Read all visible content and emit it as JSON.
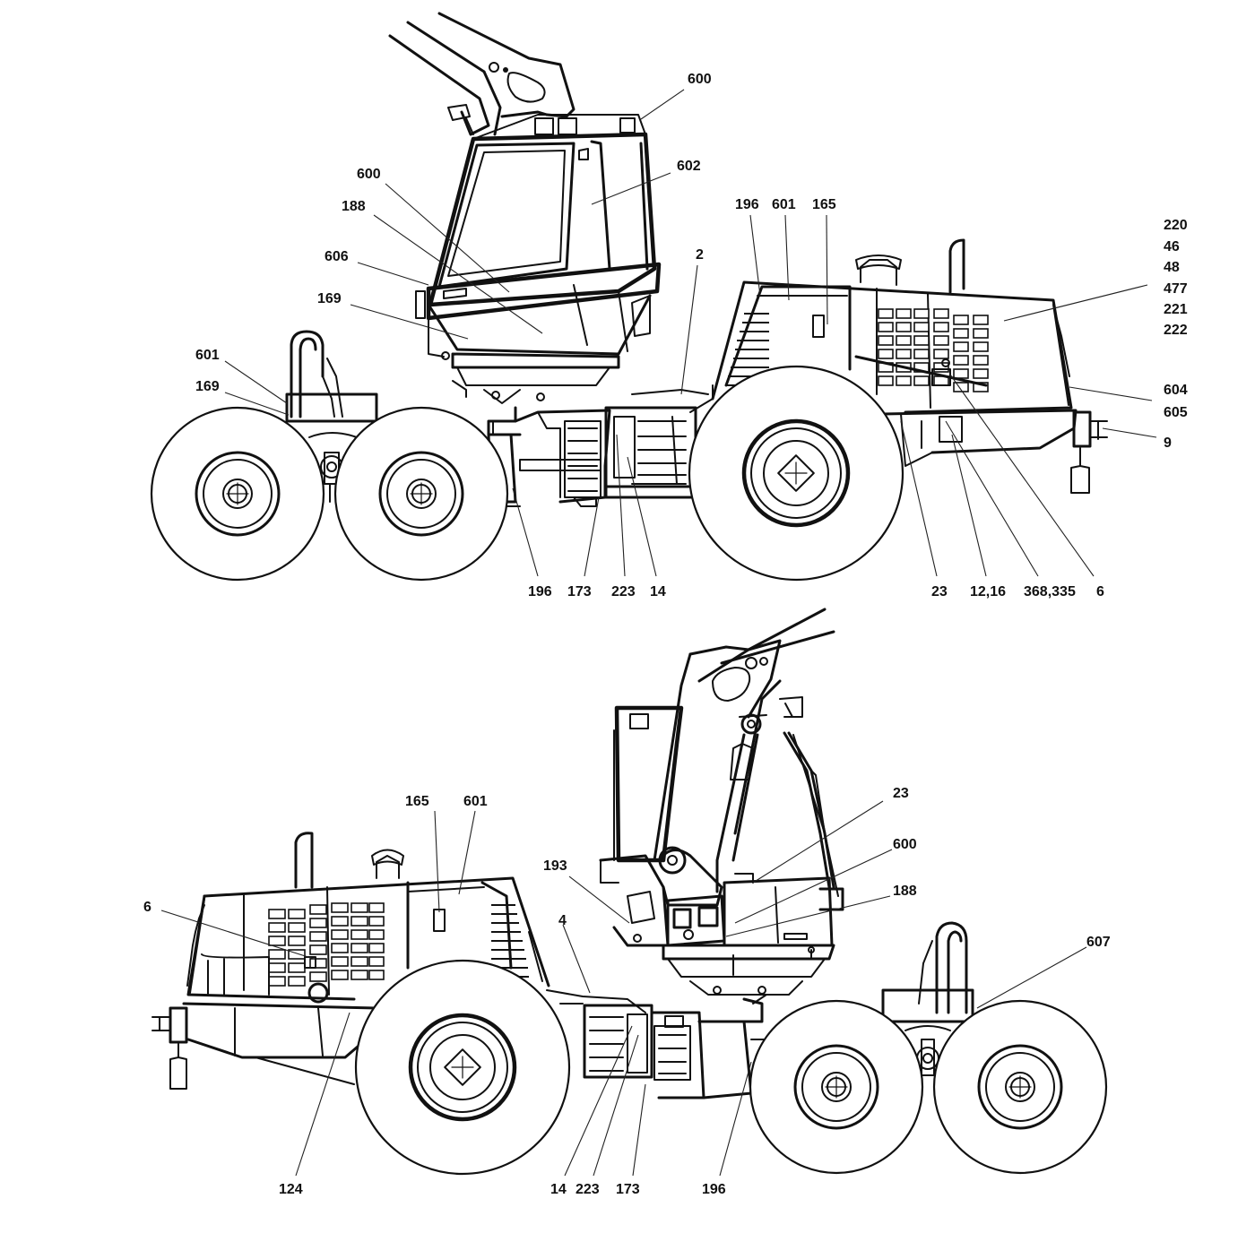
{
  "top_view": {
    "labels": {
      "l600a": "600",
      "l602": "602",
      "l600b": "600",
      "l188": "188",
      "l606": "606",
      "l169a": "169",
      "l601a": "601",
      "l169b": "169",
      "l196a": "196",
      "l601b": "601",
      "l165": "165",
      "l2": "2",
      "stack": [
        "220",
        "46",
        "48",
        "477",
        "221",
        "222"
      ],
      "l604": "604",
      "l605": "605",
      "l9": "9",
      "l196b": "196",
      "l173": "173",
      "l223": "223",
      "l14": "14",
      "l23": "23",
      "l1216": "12,16",
      "l368": "368,335",
      "l6": "6"
    }
  },
  "bottom_view": {
    "labels": {
      "l165": "165",
      "l601": "601",
      "l6": "6",
      "l4": "4",
      "l193": "193",
      "l23": "23",
      "l600": "600",
      "l188": "188",
      "l607": "607",
      "l124": "124",
      "l14": "14",
      "l223": "223",
      "l173": "173",
      "l196": "196"
    }
  }
}
